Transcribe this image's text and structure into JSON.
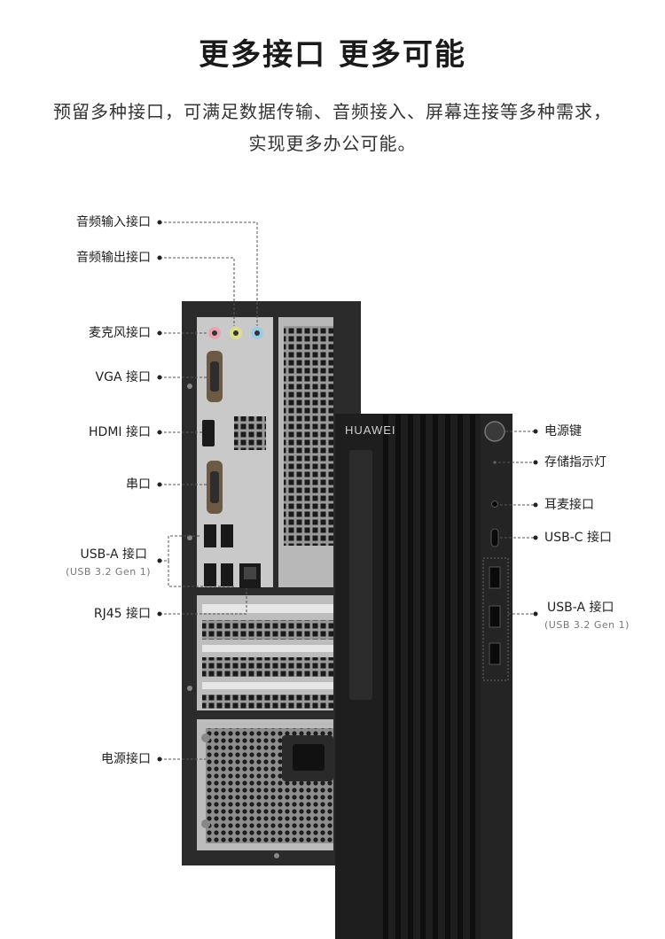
{
  "header": {
    "title": "更多接口 更多可能",
    "subtitle": "预留多种接口，可满足数据传输、音频接入、屏幕连接等多种需求，实现更多办公可能。"
  },
  "rear_labels": {
    "audio_in": "音频输入接口",
    "audio_out": "音频输出接口",
    "mic": "麦克风接口",
    "vga": "VGA 接口",
    "hdmi": "HDMI 接口",
    "serial": "串口",
    "usba": "USB-A 接口",
    "usba_sub": "(USB 3.2 Gen 1)",
    "rj45": "RJ45 接口",
    "power": "电源接口"
  },
  "front_labels": {
    "power_button": "电源键",
    "storage_led": "存储指示灯",
    "headset": "耳麦接口",
    "usbc": "USB-C 接口",
    "usba": "USB-A 接口",
    "usba_sub": "(USB 3.2 Gen 1)"
  },
  "brand": "HUAWEI",
  "colors": {
    "case": "#2b2b2b",
    "panel": "#c9c9c9",
    "front": "#1e1e1e",
    "mic_port": "#e8a4b0",
    "audio_out_port": "#d8e08a",
    "audio_in_port": "#9ccbe6"
  }
}
